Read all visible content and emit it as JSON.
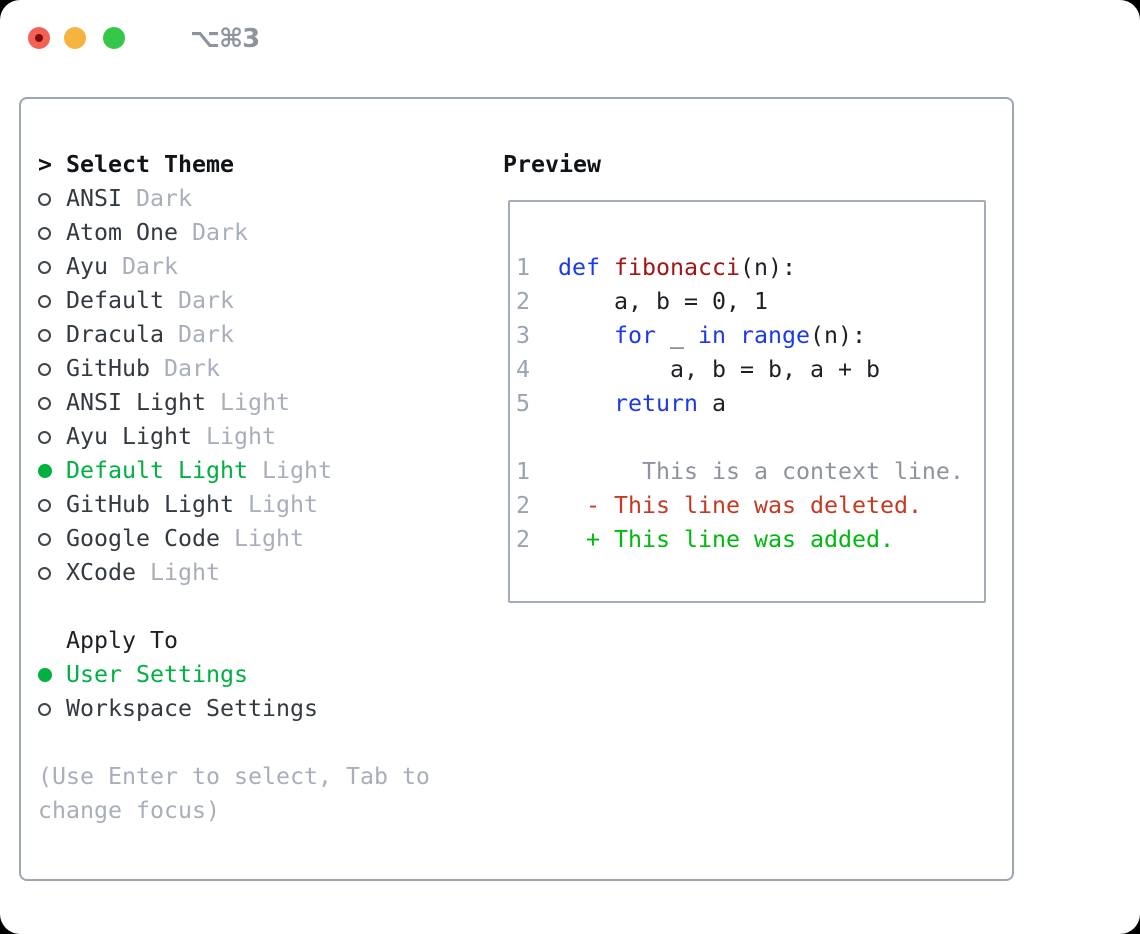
{
  "window": {
    "title": "⌥⌘3"
  },
  "theme_panel": {
    "header_prefix": ">",
    "header": "Select Theme",
    "themes": [
      {
        "name": "ANSI",
        "variant": "Dark",
        "selected": false
      },
      {
        "name": "Atom One",
        "variant": "Dark",
        "selected": false
      },
      {
        "name": "Ayu",
        "variant": "Dark",
        "selected": false
      },
      {
        "name": "Default",
        "variant": "Dark",
        "selected": false
      },
      {
        "name": "Dracula",
        "variant": "Dark",
        "selected": false
      },
      {
        "name": "GitHub",
        "variant": "Dark",
        "selected": false
      },
      {
        "name": "ANSI Light",
        "variant": "Light",
        "selected": false
      },
      {
        "name": "Ayu Light",
        "variant": "Light",
        "selected": false
      },
      {
        "name": "Default Light",
        "variant": "Light",
        "selected": true
      },
      {
        "name": "GitHub Light",
        "variant": "Light",
        "selected": false
      },
      {
        "name": "Google Code",
        "variant": "Light",
        "selected": false
      },
      {
        "name": "XCode",
        "variant": "Light",
        "selected": false
      }
    ],
    "apply_to": {
      "header": "Apply To",
      "options": [
        {
          "label": "User Settings",
          "selected": true
        },
        {
          "label": "Workspace Settings",
          "selected": false
        }
      ]
    },
    "hint_lines": [
      "(Use Enter to select, Tab to",
      "change focus)"
    ]
  },
  "preview": {
    "header": "Preview",
    "code_lines": [
      {
        "segments": [
          {
            "t": "1",
            "c": "ln"
          },
          {
            "t": "  ",
            "c": "pl"
          },
          {
            "t": "def",
            "c": "kw"
          },
          {
            "t": " ",
            "c": "pl"
          },
          {
            "t": "fibonacci",
            "c": "fn"
          },
          {
            "t": "(n):",
            "c": "pl"
          }
        ]
      },
      {
        "segments": [
          {
            "t": "2",
            "c": "ln"
          },
          {
            "t": "      a, b = 0, 1",
            "c": "pl"
          }
        ]
      },
      {
        "segments": [
          {
            "t": "3",
            "c": "ln"
          },
          {
            "t": "      ",
            "c": "pl"
          },
          {
            "t": "for",
            "c": "kw"
          },
          {
            "t": " _ ",
            "c": "pl"
          },
          {
            "t": "in",
            "c": "kw"
          },
          {
            "t": " ",
            "c": "pl"
          },
          {
            "t": "range",
            "c": "kw"
          },
          {
            "t": "(n):",
            "c": "pl"
          }
        ]
      },
      {
        "segments": [
          {
            "t": "4",
            "c": "ln"
          },
          {
            "t": "          a, b = b, a + b",
            "c": "pl"
          }
        ]
      },
      {
        "segments": [
          {
            "t": "5",
            "c": "ln"
          },
          {
            "t": "      ",
            "c": "pl"
          },
          {
            "t": "return",
            "c": "kw"
          },
          {
            "t": " a",
            "c": "pl"
          }
        ]
      },
      {
        "segments": []
      },
      {
        "segments": [
          {
            "t": "1",
            "c": "ln"
          },
          {
            "t": "        This is a context line.",
            "c": "ctx"
          }
        ]
      },
      {
        "segments": [
          {
            "t": "2",
            "c": "ln"
          },
          {
            "t": "    ",
            "c": "pl"
          },
          {
            "t": "- This line was deleted.",
            "c": "del"
          }
        ]
      },
      {
        "segments": [
          {
            "t": "2",
            "c": "ln"
          },
          {
            "t": "    ",
            "c": "pl"
          },
          {
            "t": "+ This line was added.",
            "c": "add"
          }
        ]
      }
    ]
  },
  "colors": {
    "accent_green": "#00b142",
    "keyword_blue": "#1c3be8",
    "function_red": "#a31515",
    "diff_deleted": "#c23b22",
    "diff_added": "#00b90f",
    "context_gray": "#8e939c",
    "line_number_gray": "#9aa3b2",
    "muted_gray": "#a8afbb",
    "text_dark": "#1d2126",
    "traffic_red": "#f45f56",
    "traffic_yellow": "#f6b33d",
    "traffic_green": "#34c749"
  }
}
